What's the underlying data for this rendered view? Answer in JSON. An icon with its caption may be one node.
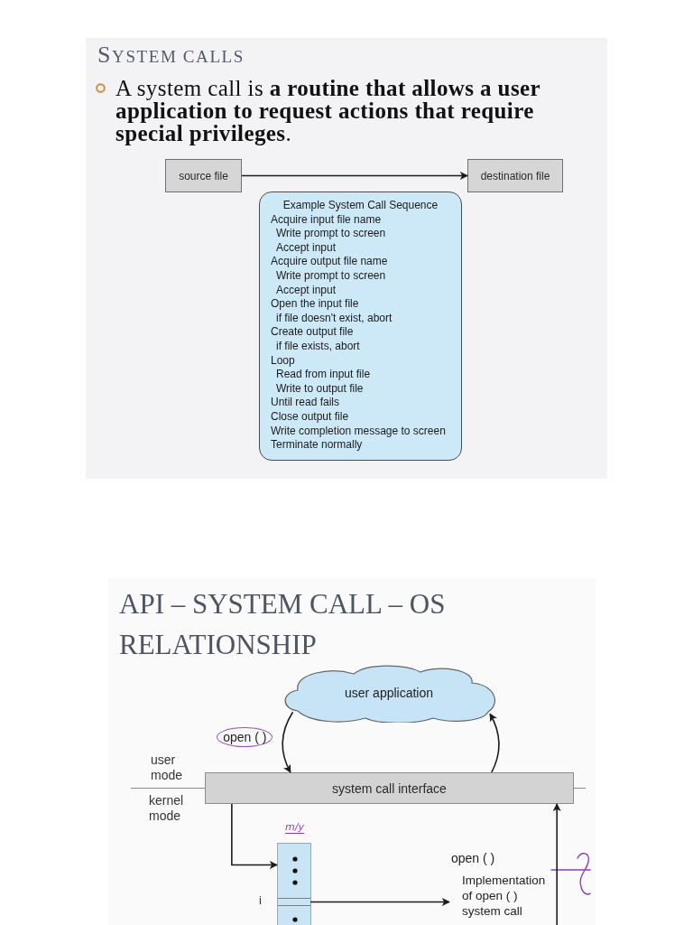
{
  "diagram": {
    "nodes": [
      {
        "text": [
          "SYSTEM CALLS",
          "A system call is **a routine that allows a user application to request actions that require special privileges**."
        ]
      },
      {
        "text": [
          "source file"
        ],
        "in": 0
      },
      {
        "text": [
          "destination file"
        ],
        "in": 0
      },
      {
        "text": [
          "Example System Call Sequence",
          "Acquire input file name",
          "Write prompt to screen",
          "Accept input",
          "Acquire output file name",
          "Write prompt to screen",
          "Accept input",
          "Open the input file",
          "if file doesn't exist, abort",
          "Create output file",
          "if file exists, abort",
          "Loop",
          "Read from input file",
          "Write to output file",
          "Until read fails",
          "Close output file",
          "Write completion message to screen",
          "Terminate normally"
        ],
        "in": 0
      },
      {
        "text": [
          "API – SYSTEM CALL – OS RELATIONSHIP"
        ]
      },
      {
        "text": [
          "user application"
        ],
        "in": 4
      },
      {
        "text": [
          "system call interface"
        ],
        "in": 4
      },
      {
        "text": [],
        "shape": "box",
        "in": 4
      },
      {
        "text": [],
        "shape": "bar",
        "in": 7,
        "beside": [
          "i"
        ]
      },
      {
        "text": [
          "open ( )",
          "Implementation of open ( ) system call"
        ],
        "in": 4
      }
    ],
    "edges": [
      {
        "from": 1,
        "to": 2,
        "arrow": "to"
      },
      {
        "from": 5,
        "to": 6,
        "arrow": "to",
        "label": "open ( )"
      },
      {
        "from": 6,
        "to": 5,
        "arrow": "to"
      },
      {
        "from": 6,
        "to": 7,
        "arrow": "to"
      },
      {
        "from": 8,
        "to": 9,
        "arrow": "to"
      },
      {
        "from": null,
        "to": 6,
        "arrow": "to"
      }
    ],
    "labels": [
      "user mode",
      "kernel mode",
      "m/y"
    ]
  }
}
